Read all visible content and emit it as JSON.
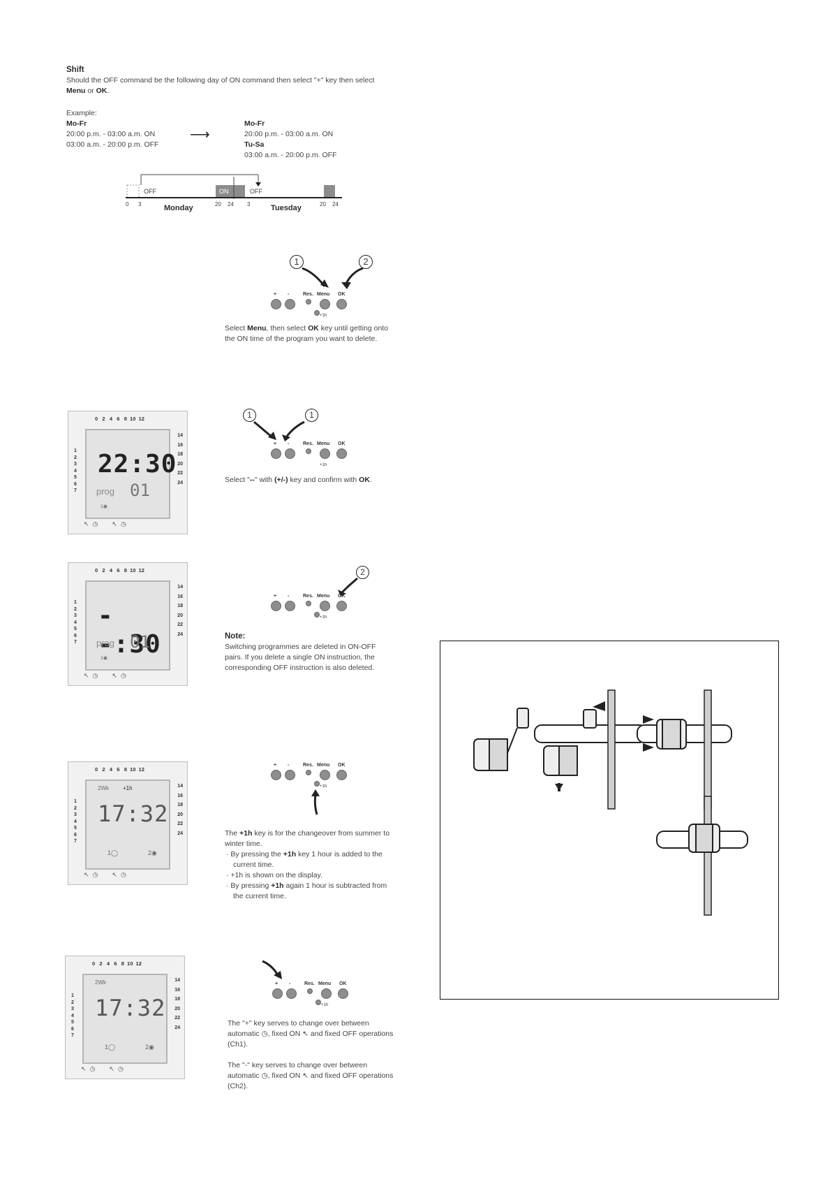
{
  "shift": {
    "title": "Shift",
    "line1": "Should the OFF command be the following day of ON command then select \"+\" key then select",
    "line2_a": "Menu",
    "line2_b": " or ",
    "line2_c": "OK",
    "line2_d": ".",
    "example_label": "Example:",
    "left_days": "Mo-Fr",
    "left_row1": "20:00 p.m. - 03:00 a.m.  ON",
    "left_row2": "03:00 a.m. - 20:00 p.m.  OFF",
    "right_days1": "Mo-Fr",
    "right_row1": "20:00 p.m. - 03:00 a.m.  ON",
    "right_days2": "Tu-Sa",
    "right_row2": "03:00 a.m. - 20:00 p.m.  OFF"
  },
  "timeline": {
    "off1": "OFF",
    "on": "ON",
    "off2": "OFF",
    "monday": "Monday",
    "tuesday": "Tuesday",
    "ticks": [
      "0",
      "3",
      "20",
      "24",
      "3",
      "20",
      "24"
    ]
  },
  "keys": {
    "plus": "+",
    "minus": "-",
    "res": "Res.",
    "menu": "Menu",
    "ok": "OK",
    "plus1h": "+1h"
  },
  "step_delete": {
    "callout1": "1",
    "callout2": "2",
    "text_a": "Select ",
    "text_b": "Menu",
    "text_c": ",  then select ",
    "text_d": "OK",
    "text_e": " key until getting onto the ON time of the program you want to delete."
  },
  "step_select": {
    "callout1a": "1",
    "callout1b": "1",
    "text_a": "Select \"",
    "text_b": "--",
    "text_c": "\" with ",
    "text_d": "(+/-)",
    "text_e": " key and confirm with ",
    "text_f": "OK",
    "text_g": "."
  },
  "step_note": {
    "callout": "2",
    "title": "Note:",
    "body": "Switching programmes are deleted in ON-OFF pairs. If you delete a single ON instruction, the corresponding OFF instruction is also deleted."
  },
  "step_1h": {
    "intro_a": "The ",
    "intro_b": "+1h",
    "intro_c": " key is for the changeover from summer to winter time.",
    "bullet1_a": "By pressing the ",
    "bullet1_b": "+1h",
    "bullet1_c": " key 1 hour is added to the current time.",
    "bullet2": "+1h is shown on the display.",
    "bullet3_a": "By pressing ",
    "bullet3_b": "+1h",
    "bullet3_c": " again 1 hour is subtracted from the current time."
  },
  "step_plusminus": {
    "para1": "The \"+\" key serves to change over between automatic ◷, fixed ON ↖ and fixed OFF operations (Ch1).",
    "para2": "The \"-\" key serves to change over between automatic ◷, fixed ON ↖ and fixed OFF operations (Ch2)."
  },
  "devices": {
    "top_scale": "0   2   4   6   8  10  12",
    "right_scale": [
      "14",
      "16",
      "18",
      "20",
      "22",
      "24"
    ],
    "days": [
      "1",
      "2",
      "3",
      "4",
      "5",
      "6",
      "7"
    ],
    "d1_time": "22:30",
    "d2_time": "--:30",
    "d3_time": "17:32",
    "d4_time": "17:32",
    "prog_label": "prog",
    "prog_num": "01",
    "wd": "2Wk",
    "plus1h": "+1h",
    "bottom_icons": "↖  ◷        ↖  ◷"
  }
}
